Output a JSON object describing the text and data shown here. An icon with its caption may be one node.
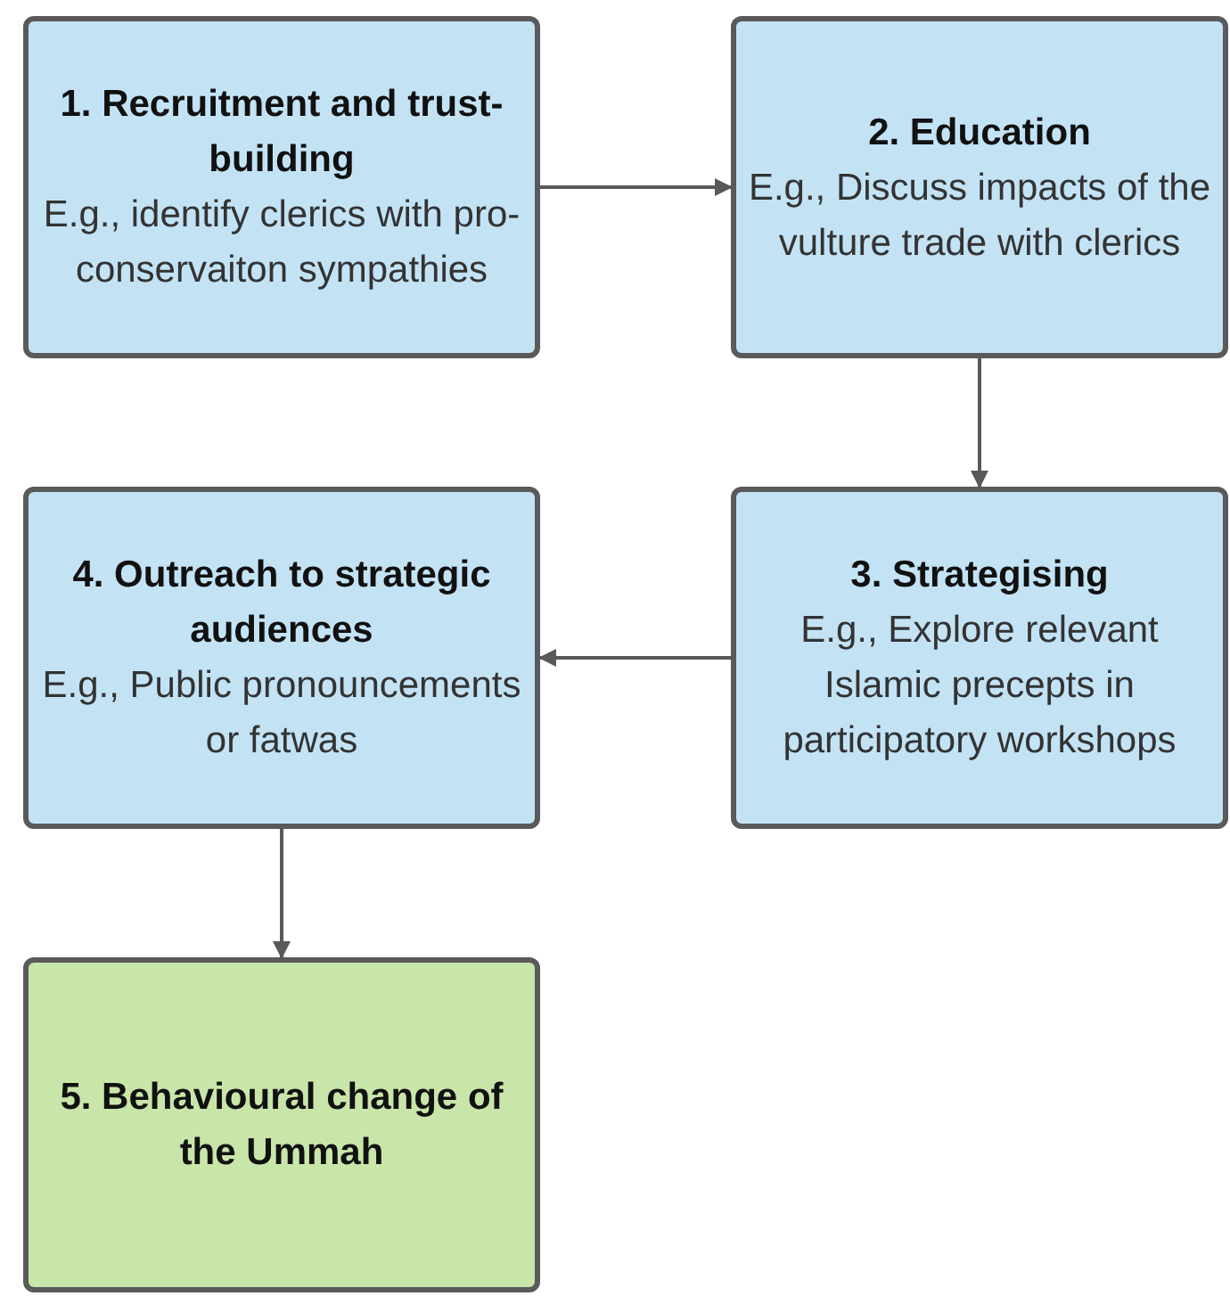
{
  "diagram": {
    "nodes": [
      {
        "text": [
          "1. Recruitment and trust-building",
          "E.g., identify clerics with pro-conservaiton sympathies"
        ]
      },
      {
        "text": [
          "2. Education",
          "E.g., Discuss impacts of the vulture trade with clerics"
        ]
      },
      {
        "text": [
          "3. Strategising",
          "E.g., Explore relevant Islamic precepts in participatory workshops"
        ]
      },
      {
        "text": [
          "4. Outreach to strategic audiences",
          "E.g., Public pronouncements or fatwas"
        ]
      },
      {
        "text": [
          "5. Behavioural change of the Ummah"
        ]
      }
    ],
    "edges": [
      {
        "from": 0,
        "to": 1,
        "arrow": "to"
      },
      {
        "from": 1,
        "to": 2,
        "arrow": "to"
      },
      {
        "from": 2,
        "to": 3,
        "arrow": "to"
      },
      {
        "from": 3,
        "to": 4,
        "arrow": "to"
      }
    ]
  }
}
